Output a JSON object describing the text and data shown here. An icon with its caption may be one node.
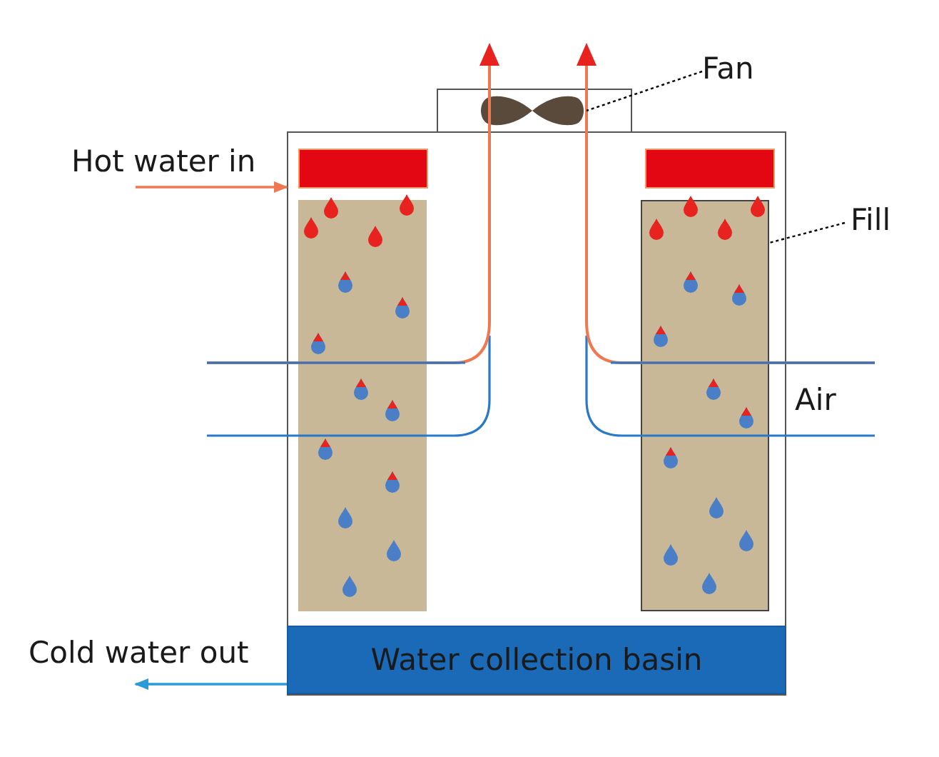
{
  "diagram": {
    "nodes": [
      {
        "text": [
          "Hot water in"
        ]
      },
      {
        "text": [],
        "shape": "box"
      },
      {
        "text": [],
        "shape": "bar",
        "in": 1
      },
      {
        "text": [],
        "shape": "bar",
        "in": 1
      },
      {
        "text": [],
        "shape": "box",
        "in": 1
      },
      {
        "text": [],
        "shape": "box",
        "in": 1
      },
      {
        "text": [
          "Water collection basin"
        ],
        "in": 1
      },
      {
        "text": [
          "Cold water out"
        ]
      },
      {
        "text": [],
        "shape": "box"
      },
      {
        "text": [],
        "shape": "picture",
        "in": 8
      },
      {
        "text": [
          "Fan"
        ]
      },
      {
        "text": [
          "Fill"
        ]
      }
    ],
    "edges": [
      {
        "from": 0,
        "to": 1,
        "arrow": "to",
        "color": "#f07850"
      },
      {
        "from": 6,
        "to": 7,
        "arrow": "to",
        "color": "#2a9ad8"
      },
      {
        "from": 10,
        "to": 9,
        "arrow": "none",
        "style": "dashed"
      },
      {
        "from": 11,
        "to": 5,
        "arrow": "none",
        "style": "dashed"
      }
    ],
    "labels": [
      "Air"
    ]
  }
}
